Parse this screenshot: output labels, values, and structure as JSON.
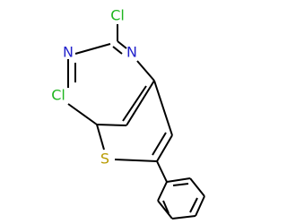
{
  "molecule": {
    "atoms": {
      "cl_top": {
        "symbol": "Cl",
        "color": "#1fb51f"
      },
      "cl_left": {
        "symbol": "Cl",
        "color": "#1fb51f"
      },
      "n_left": {
        "symbol": "N",
        "color": "#2222cc"
      },
      "n_right": {
        "symbol": "N",
        "color": "#2222cc"
      },
      "s_ring": {
        "symbol": "S",
        "color": "#b89a00"
      }
    },
    "bond_color": "#000000"
  }
}
